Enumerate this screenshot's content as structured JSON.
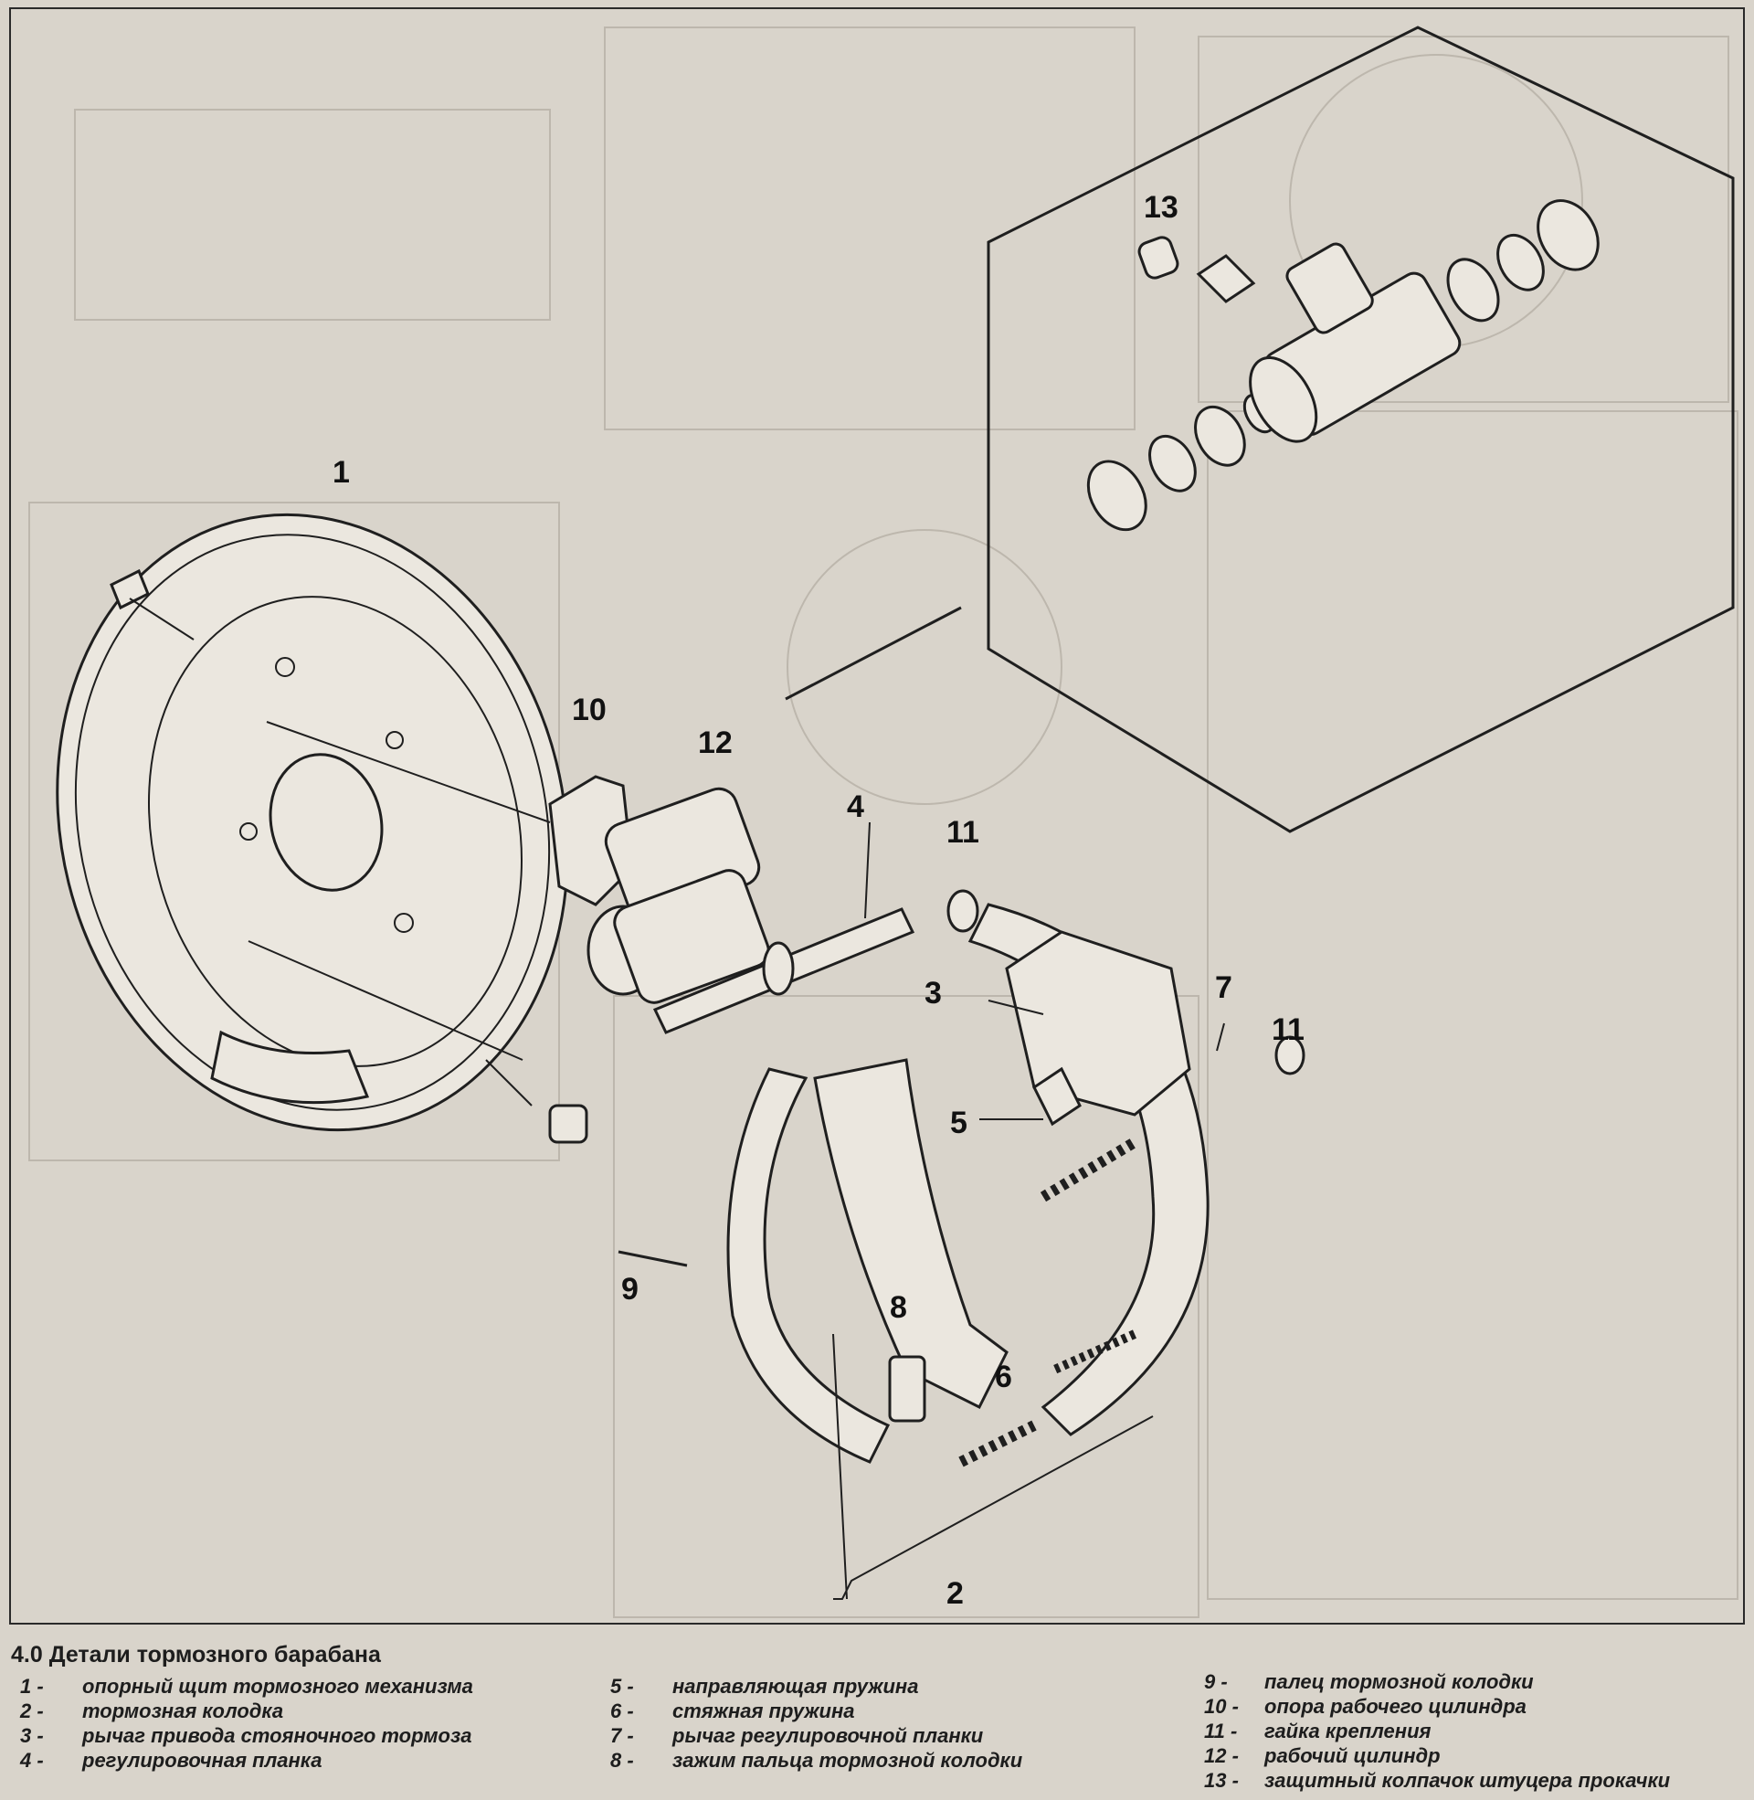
{
  "figure": {
    "callouts": [
      "1",
      "2",
      "3",
      "4",
      "5",
      "6",
      "7",
      "8",
      "9",
      "10",
      "11",
      "11",
      "12",
      "13"
    ]
  },
  "caption": {
    "title": "4.0 Детали тормозного барабана",
    "legend": [
      {
        "num": "1 -",
        "text": "опорный щит тормозного механизма"
      },
      {
        "num": "2 -",
        "text": "тормозная колодка"
      },
      {
        "num": "3 -",
        "text": "рычаг привода стояночного тормоза"
      },
      {
        "num": "4 -",
        "text": "регулировочная планка"
      },
      {
        "num": "5 -",
        "text": "направляющая пружина"
      },
      {
        "num": "6 -",
        "text": "стяжная пружина"
      },
      {
        "num": "7 -",
        "text": "рычаг регулировочной планки"
      },
      {
        "num": "8 -",
        "text": "зажим пальца тормозной колодки"
      },
      {
        "num": "9 -",
        "text": "палец тормозной колодки"
      },
      {
        "num": "10 -",
        "text": "опора рабочего цилиндра"
      },
      {
        "num": "11 -",
        "text": "гайка крепления"
      },
      {
        "num": "12 -",
        "text": "рабочий цилиндр"
      },
      {
        "num": "13 -",
        "text": "защитный колпачок штуцера прокачки"
      }
    ]
  }
}
